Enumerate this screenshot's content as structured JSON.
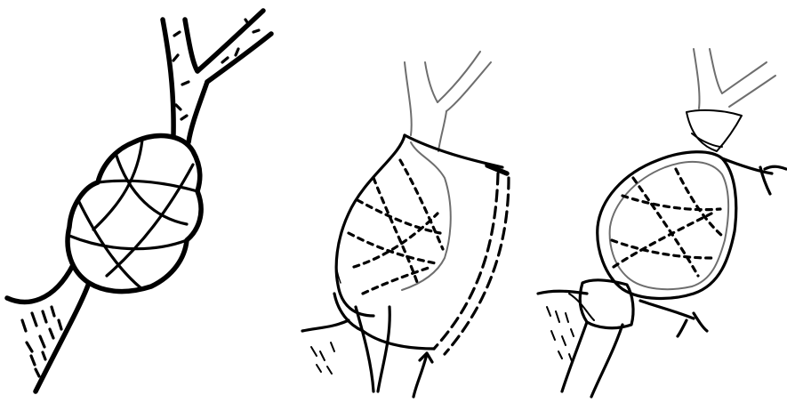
{
  "figure": {
    "panels": [
      {
        "id": "panel-1",
        "style": "bold ink, reticulated sac with crossing bands"
      },
      {
        "id": "panel-2",
        "style": "thin outline with dashed mesh and clamp"
      },
      {
        "id": "panel-3",
        "style": "thin outline with cuffs and dashed mesh"
      }
    ],
    "ink_color": "#000000",
    "secondary_ink_color": "#6e6e6e",
    "background_color": "#ffffff"
  }
}
